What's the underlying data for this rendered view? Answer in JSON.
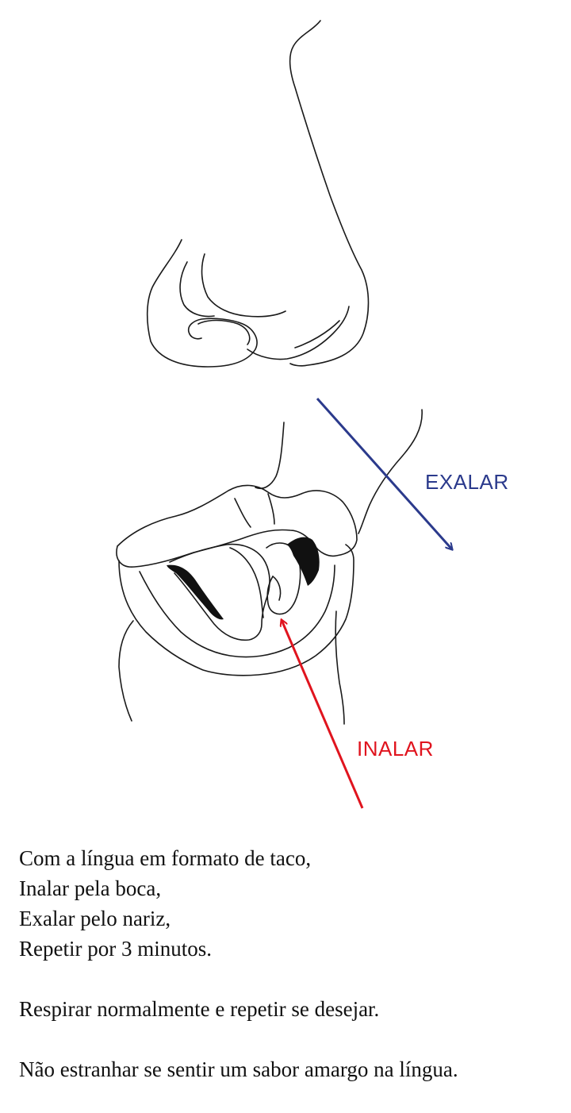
{
  "labels": {
    "exhale": "EXALAR",
    "inhale": "INALAR"
  },
  "colors": {
    "exhale_arrow": "#2b3a8c",
    "inhale_arrow": "#e0141e",
    "line_art": "#1a1a1a"
  },
  "instructions": {
    "line1": "Com a língua em formato de taco,",
    "line2": "Inalar pela boca,",
    "line3": "Exalar pelo nariz,",
    "line4": "Repetir por 3 minutos.",
    "line5": "Respirar normalmente e repetir se desejar.",
    "line6": "Não estranhar se sentir um sabor amargo na língua."
  }
}
